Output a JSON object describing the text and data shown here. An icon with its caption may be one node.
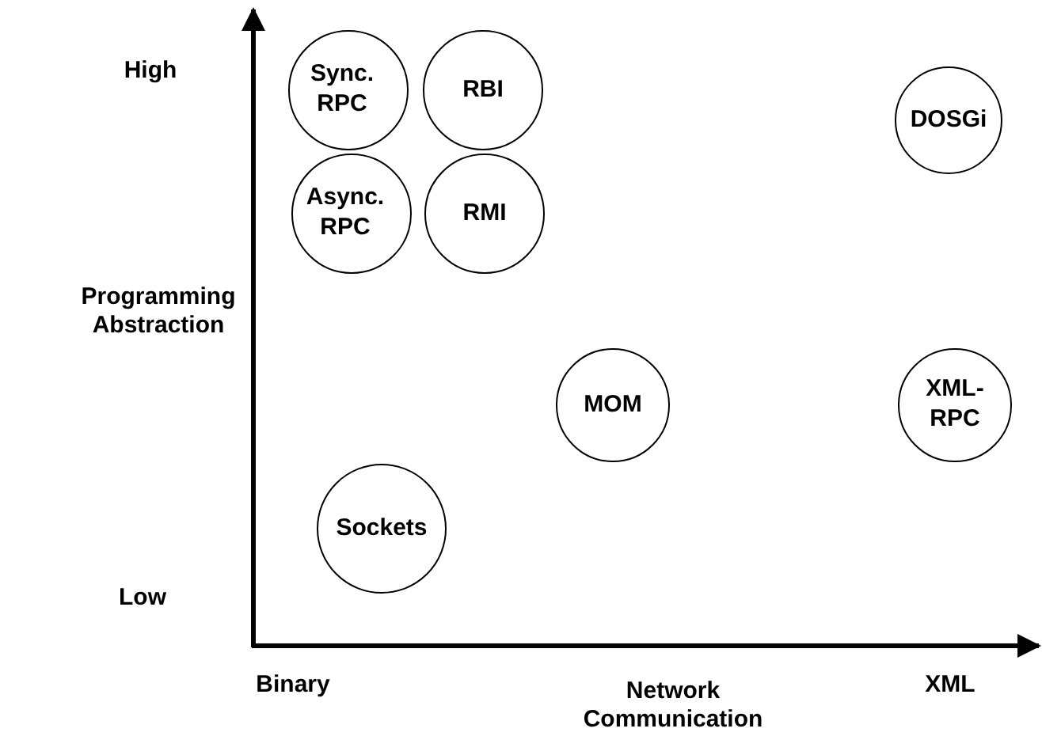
{
  "diagram": {
    "nodes": [
      {
        "text": [
          "Sync. RPC"
        ]
      },
      {
        "text": [
          "RBI"
        ]
      },
      {
        "text": [
          "DOSGi"
        ]
      },
      {
        "text": [
          "Async. RPC"
        ]
      },
      {
        "text": [
          "RMI"
        ]
      },
      {
        "text": [
          "MOM"
        ]
      },
      {
        "text": [
          "XML-RPC"
        ]
      },
      {
        "text": [
          "Sockets"
        ]
      }
    ],
    "edges": [],
    "labels": [
      "High",
      "Programming Abstraction",
      "Low",
      "Binary",
      "Network Communication",
      "XML"
    ]
  }
}
